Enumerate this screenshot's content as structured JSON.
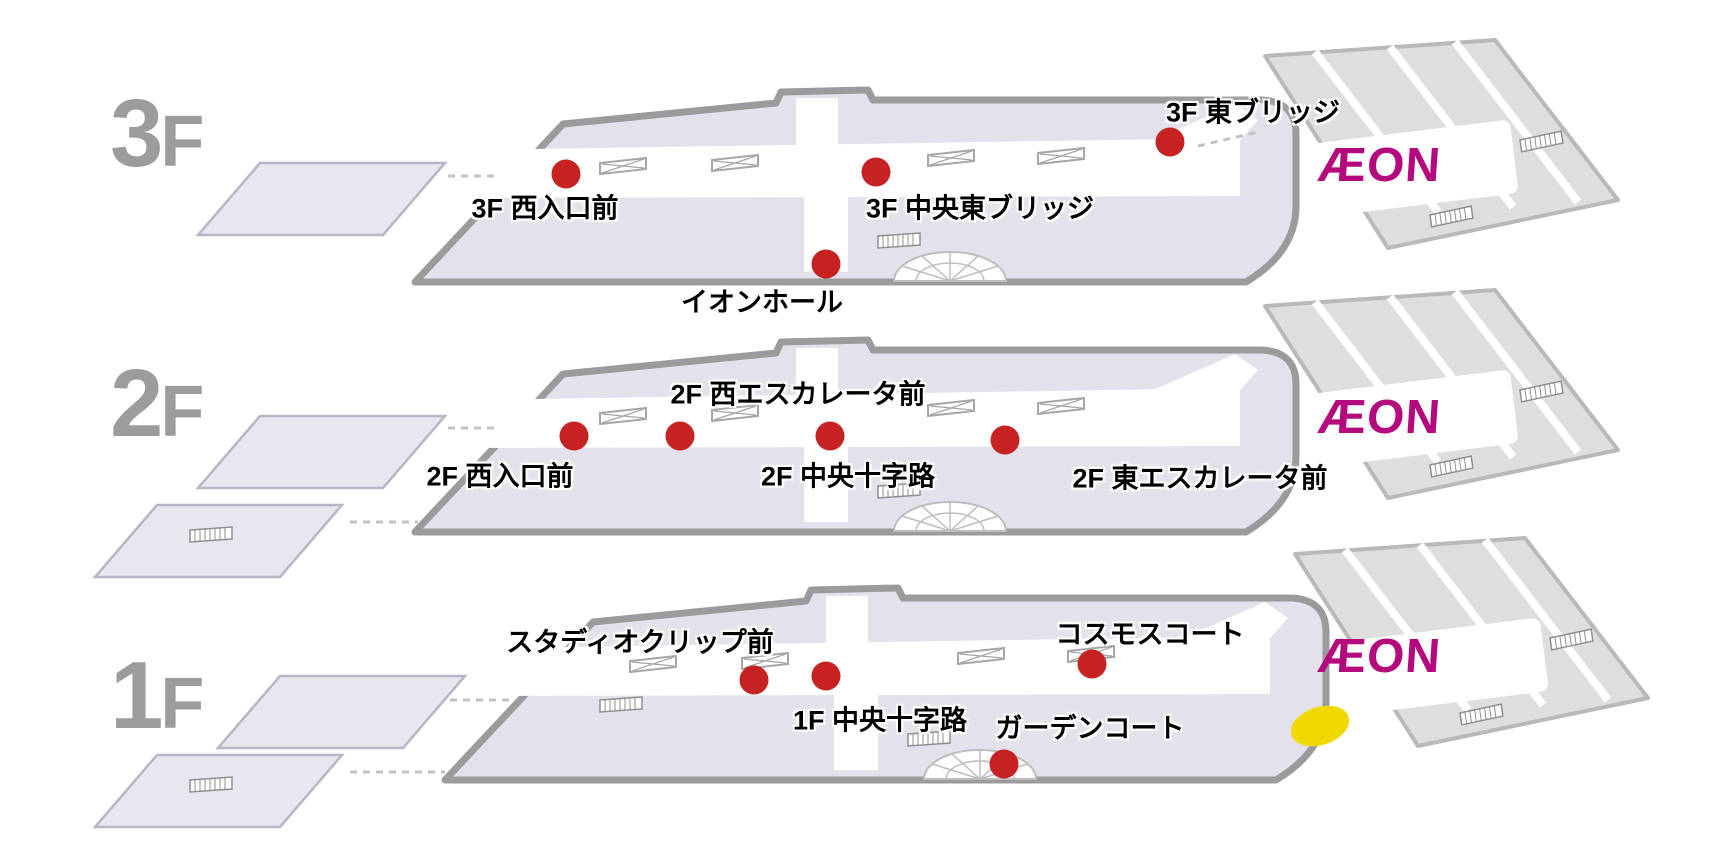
{
  "floors": [
    {
      "id": "3F",
      "label_num": "3",
      "label_suffix": "F",
      "brand": "ÆON",
      "markers": [
        {
          "name": "3f-east-bridge",
          "label": "3F 東ブリッジ"
        },
        {
          "name": "3f-west-entrance",
          "label": "3F 西入口前"
        },
        {
          "name": "3f-central-east-bridge",
          "label": "3F 中央東ブリッジ"
        },
        {
          "name": "aeon-hall",
          "label": "イオンホール"
        }
      ]
    },
    {
      "id": "2F",
      "label_num": "2",
      "label_suffix": "F",
      "brand": "ÆON",
      "markers": [
        {
          "name": "2f-west-escalator",
          "label": "2F 西エスカレータ前"
        },
        {
          "name": "2f-west-entrance",
          "label": "2F 西入口前"
        },
        {
          "name": "2f-central-crossing",
          "label": "2F 中央十字路"
        },
        {
          "name": "2f-east-escalator",
          "label": "2F 東エスカレータ前"
        }
      ]
    },
    {
      "id": "1F",
      "label_num": "1",
      "label_suffix": "F",
      "brand": "ÆON",
      "markers": [
        {
          "name": "studio-clip-front",
          "label": "スタディオクリップ前"
        },
        {
          "name": "cosmos-court",
          "label": "コスモスコート"
        },
        {
          "name": "1f-central-crossing",
          "label": "1F 中央十字路"
        },
        {
          "name": "garden-court",
          "label": "ガーデンコート"
        }
      ]
    }
  ],
  "colors": {
    "marker_red": "#c62222",
    "floor_fill": "#e5e1ec",
    "outline_gray": "#9b9b9b",
    "brand_magenta": "#b5097e",
    "highlight_yellow": "#f0d800"
  }
}
